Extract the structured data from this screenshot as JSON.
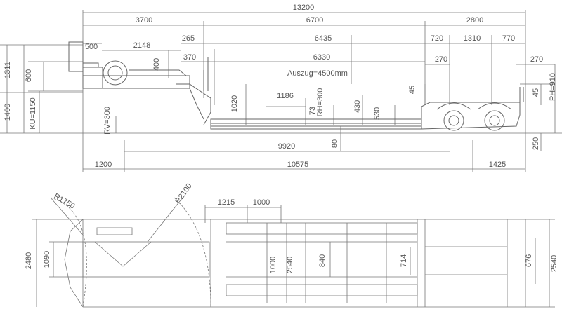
{
  "drawing": {
    "side_view": {
      "top_dims": {
        "total": "13200",
        "front_section": "3700",
        "mid_section": "6700",
        "rear_section": "2800",
        "d500": "500",
        "d2148": "2148",
        "d265": "265",
        "d6435": "6435",
        "d720": "720",
        "d1310": "1310",
        "d770": "770",
        "d370": "370",
        "d6330": "6330",
        "d270a": "270",
        "d270b": "270",
        "auszug": "Auszug=4500mm"
      },
      "vertical_dims": {
        "d1311": "1311",
        "d1400": "1400",
        "d600": "600",
        "d400": "400",
        "ku": "KU=1150",
        "rv": "RV=300",
        "d1020": "1020",
        "d73": "73",
        "rh": "RH=300",
        "d430": "430",
        "d530": "530",
        "d45a": "45",
        "d45b": "45",
        "ph": "PH=910",
        "d80": "80",
        "d250": "250"
      },
      "inner_dims": {
        "d1186": "1186"
      },
      "bottom_dims": {
        "d9920": "9920",
        "d1200": "1200",
        "d10575": "10575",
        "d1425": "1425"
      }
    },
    "top_view": {
      "dims": {
        "r1750": "R1750",
        "r2100": "R2100",
        "d1215": "1215",
        "d1000": "1000",
        "d2480": "2480",
        "d1090": "1090",
        "d2540a": "2540",
        "d840": "840",
        "d714": "714",
        "d676": "676",
        "d2540b": "2540",
        "d1000v": "1000"
      }
    }
  }
}
